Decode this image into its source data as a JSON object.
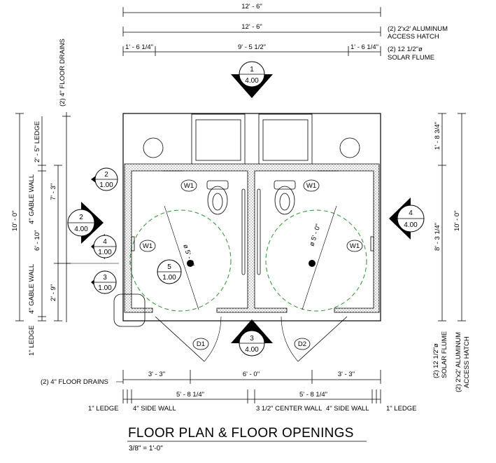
{
  "title": "FLOOR PLAN & FLOOR OPENINGS",
  "scale": "3/8\" = 1'-0\"",
  "dimensions": {
    "overall_outer": "12' - 6\"",
    "overall_inner": "12' - 6\"",
    "top_left_segment": "1' - 6 1/4\"",
    "top_middle_segment": "9' - 5 1/2\"",
    "top_right_segment": "1' - 6 1/4\"",
    "left_total": "10' - 0\"",
    "left_ledge_top": "2' - 5\" LEDGE",
    "left_seg_a": "7' - 3\"",
    "left_seg_b": "6' - 10\"",
    "left_seg_c": "2' - 9\"",
    "right_total": "10' - 0\"",
    "right_top": "1' - 8 3/4\"",
    "right_bottom": "8' - 3 1/4\"",
    "bottom_left": "3' - 3\"",
    "bottom_middle": "6' - 0\"",
    "bottom_right": "3' - 3\"",
    "bottom_inner_left": "5' - 8 1/4\"",
    "bottom_inner_right": "5' - 8 1/4\"",
    "turning_radius": "ø 5' - 0\""
  },
  "notes": {
    "aluminum_hatch_top": "(2) 2'x2' ALUMINUM",
    "access_hatch_top": "ACCESS HATCH",
    "solar_flume_top_a": "(2) 12 1/2\"ø",
    "solar_flume_top_b": "SOLAR FLUME",
    "floor_drains_vertical": "(2) 4\" FLOOR DRAINS",
    "gable_wall_upper": "4\" GABLE WALL",
    "gable_wall_lower": "4\" GABLE WALL",
    "ledge_left": "1\" LEDGE",
    "floor_drains_bottom": "(2) 4\" FLOOR DRAINS",
    "ledge_bottom_left": "1\" LEDGE",
    "side_wall_left": "4\" SIDE WALL",
    "center_wall": "3 1/2\" CENTER WALL",
    "side_wall_right": "4\" SIDE WALL",
    "ledge_bottom_right": "1\" LEDGE",
    "solar_flume_right_a": "(2) 12 1/2\"ø",
    "solar_flume_right_b": "SOLAR FLUME",
    "aluminum_hatch_right_a": "(2) 2'x2' ALUMINUM",
    "aluminum_hatch_right_b": "ACCESS HATCH"
  },
  "section_tags": [
    {
      "id": "tag-top",
      "num": "1",
      "sheet": "4.00"
    },
    {
      "id": "tag-left-upper",
      "num": "2",
      "sheet": "1.00"
    },
    {
      "id": "tag-left-big",
      "num": "2",
      "sheet": "4.00"
    },
    {
      "id": "tag-left-mid",
      "num": "4",
      "sheet": "1.00"
    },
    {
      "id": "tag-left-lower",
      "num": "3",
      "sheet": "1.00"
    },
    {
      "id": "tag-center",
      "num": "5",
      "sheet": "1.00"
    },
    {
      "id": "tag-bottom",
      "num": "3",
      "sheet": "4.00"
    },
    {
      "id": "tag-right",
      "num": "4",
      "sheet": "4.00"
    }
  ],
  "labels": {
    "window": "W1",
    "door_left": "D1",
    "door_right": "D2"
  }
}
